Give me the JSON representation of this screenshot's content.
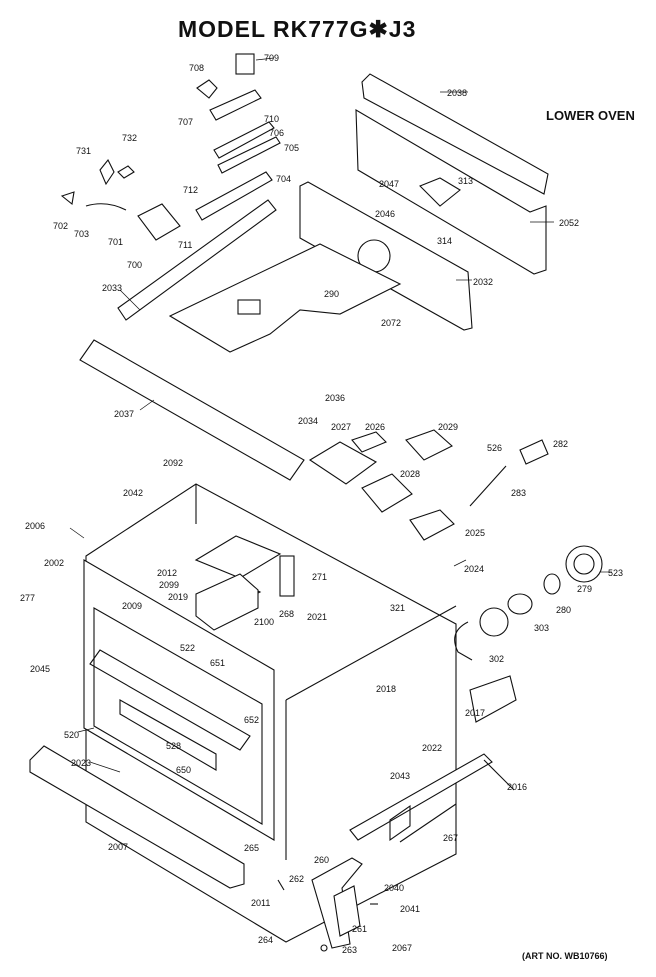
{
  "title": "MODEL RK777G✱J3",
  "subtitle": "LOWER OVEN",
  "art_number": "(ART NO. WB10766)",
  "callouts": [
    "709",
    "708",
    "707",
    "710",
    "706",
    "705",
    "704",
    "712",
    "711",
    "731",
    "732",
    "702",
    "703",
    "701",
    "700",
    "2038",
    "2047",
    "313",
    "2046",
    "314",
    "2052",
    "2032",
    "290",
    "2072",
    "2033",
    "2037",
    "2036",
    "2034",
    "2027",
    "2026",
    "2029",
    "526",
    "282",
    "283",
    "2028",
    "2025",
    "2092",
    "2042",
    "2006",
    "2002",
    "277",
    "2045",
    "2012",
    "2099",
    "2019",
    "2100",
    "268",
    "271",
    "2021",
    "321",
    "2024",
    "523",
    "279",
    "280",
    "303",
    "2009",
    "522",
    "651",
    "652",
    "302",
    "520",
    "528",
    "2018",
    "2017",
    "650",
    "2023",
    "2022",
    "2043",
    "2016",
    "2007",
    "265",
    "267",
    "260",
    "262",
    "2011",
    "2040",
    "2041",
    "261",
    "264",
    "263",
    "2067"
  ]
}
